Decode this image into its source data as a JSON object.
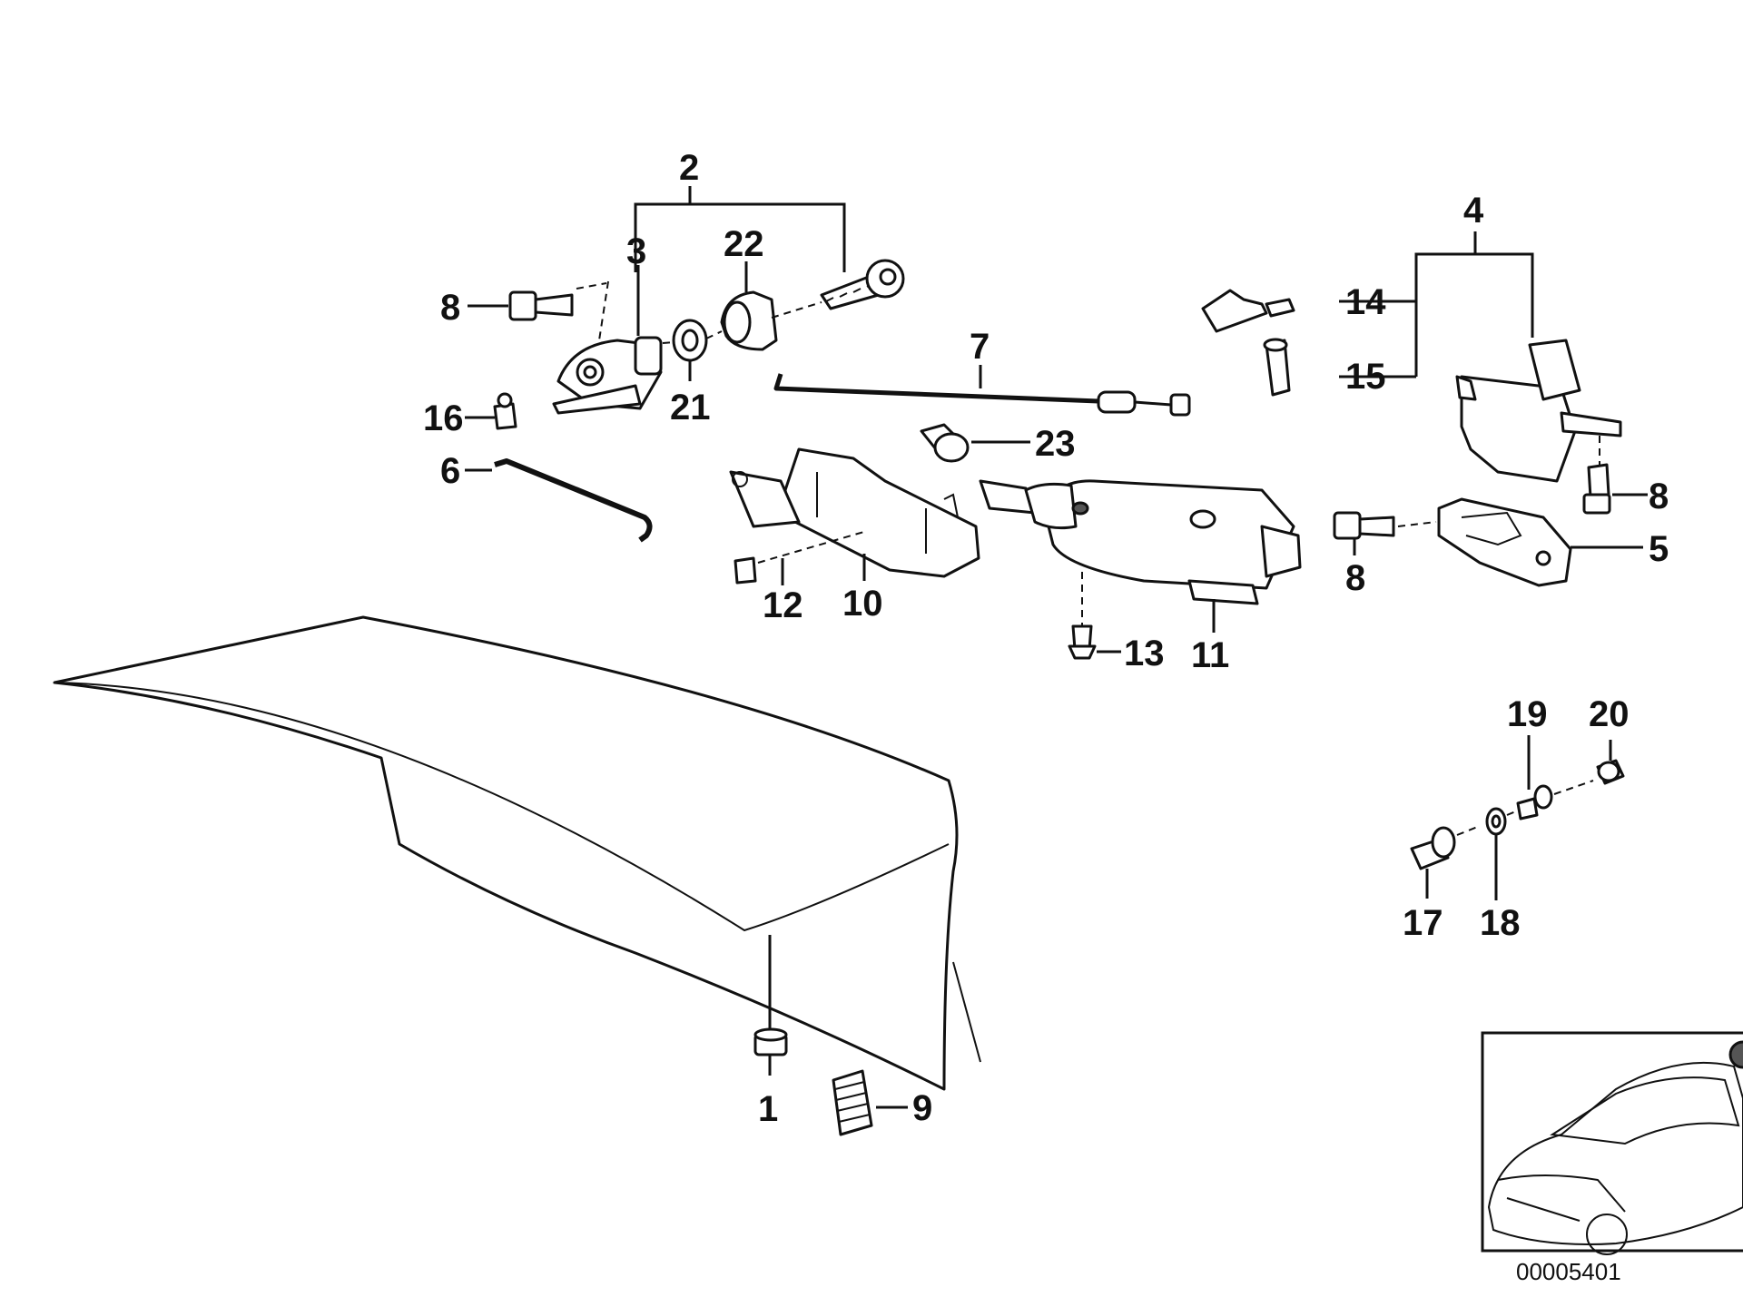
{
  "callouts": {
    "c1": "1",
    "c2": "2",
    "c3": "3",
    "c4": "4",
    "c5": "5",
    "c6": "6",
    "c7": "7",
    "c8a": "8",
    "c8b": "8",
    "c8c": "8",
    "c9": "9",
    "c10": "10",
    "c11": "11",
    "c12": "12",
    "c13": "13",
    "c14": "14",
    "c15": "15",
    "c16": "16",
    "c17": "17",
    "c18": "18",
    "c19": "19",
    "c20": "20",
    "c21": "21",
    "c22": "22",
    "c23": "23"
  },
  "reference_number": "00005401"
}
